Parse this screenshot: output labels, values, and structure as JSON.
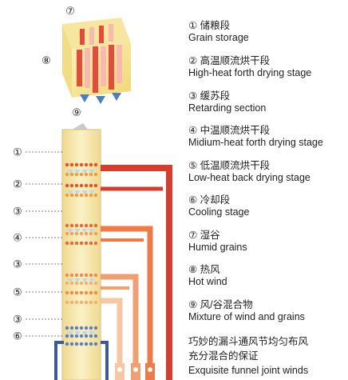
{
  "legend": {
    "items": [
      {
        "cn": "① 储粮段",
        "en": "Grain storage"
      },
      {
        "cn": "② 高温顺流烘干段",
        "en": "High-heat forth drying stage"
      },
      {
        "cn": "③ 缓苏段",
        "en": "Retarding section"
      },
      {
        "cn": "④ 中温顺流烘干段",
        "en": "Midium-heat forth drying stage"
      },
      {
        "cn": "⑤ 低温顺流烘干段",
        "en": "Low-heat back drying stage"
      },
      {
        "cn": "⑥ 冷却段",
        "en": "Cooling stage"
      },
      {
        "cn": "⑦ 湿谷",
        "en": "Humid grains"
      },
      {
        "cn": "⑧ 热风",
        "en": "Hot wind"
      },
      {
        "cn": "⑨ 风/谷混合物",
        "en": "Mixture of wind and grains"
      }
    ]
  },
  "caption": {
    "line1": "巧妙的漏斗通风节均匀布风",
    "line2": "充分混合的保证",
    "line3": "Exquisite funnel joint winds"
  },
  "diagram": {
    "top_markers": {
      "seven": "⑦",
      "eight": "⑧",
      "nine": "⑨"
    },
    "side_labels": [
      "①",
      "②",
      "③",
      "④",
      "③",
      "⑤",
      "③",
      "⑥"
    ],
    "colors": {
      "tower": "#f8eab0",
      "duct_dark": "#d83c2c",
      "duct_mid": "#ee8a50",
      "duct_light": "#f7c6a2",
      "arrow": "#b9d9ee",
      "accent_blue": "#4a7fc0"
    }
  }
}
